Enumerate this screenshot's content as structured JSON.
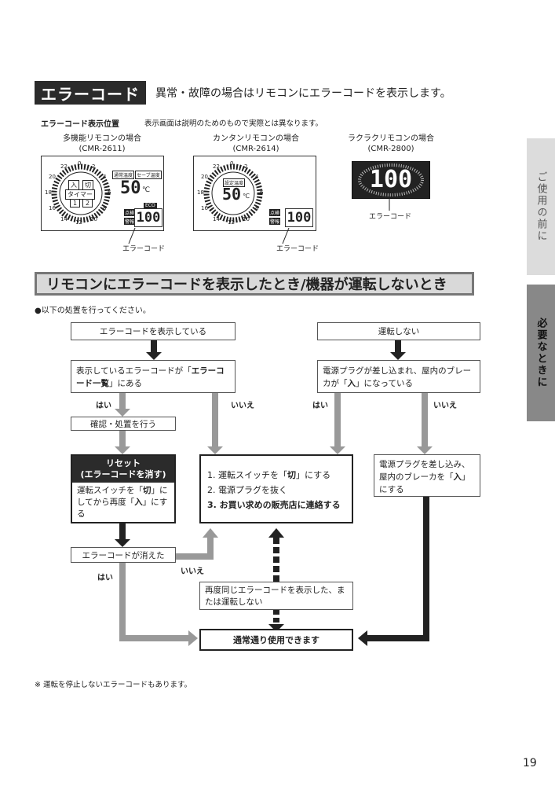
{
  "header": {
    "title": "エラーコード",
    "description": "異常・故障の場合はリモコンにエラーコードを表示します。"
  },
  "position": {
    "label": "エラーコード表示位置",
    "note": "表示画面は説明のためのもので実際とは異なります。"
  },
  "remotes": [
    {
      "name": "多機能リモコンの場合",
      "model": "(CMR-2611)",
      "code": "100",
      "temp": "50",
      "unit": "℃",
      "labels": [
        "通常温度",
        "セーブ温度",
        "入",
        "切",
        "タイマー",
        "1",
        "2",
        "ECO",
        "点検",
        "警報"
      ],
      "ticks": [
        "0",
        "2",
        "4",
        "6",
        "8",
        "10",
        "12",
        "14",
        "16",
        "18",
        "20",
        "22"
      ]
    },
    {
      "name": "カンタンリモコンの場合",
      "model": "(CMR-2614)",
      "code": "100",
      "temp": "50",
      "unit": "℃",
      "labels": [
        "設定温度",
        "点検",
        "警報"
      ],
      "ticks": [
        "0",
        "2",
        "4",
        "6",
        "8",
        "10",
        "12",
        "14",
        "16",
        "18",
        "20",
        "22"
      ]
    },
    {
      "name": "ラクラクリモコンの場合",
      "model": "(CMR-2800)",
      "code": "100"
    }
  ],
  "error_code_label": "エラーコード",
  "section_title": "リモコンにエラーコードを表示したとき/機器が運転しないとき",
  "instruction": "●以下の処置を行ってください。",
  "flow": {
    "start_left": "エラーコードを表示している",
    "start_right": "運転しない",
    "q_left": [
      "表示しているエラーコードが「",
      "エラーコード一覧",
      "」にある"
    ],
    "q_right": [
      "電源プラグが差し込まれ、屋内のブレーカが「",
      "入",
      "」になっている"
    ],
    "yes": "はい",
    "no": "いいえ",
    "confirm": "確認・処置を行う",
    "reset_title": "リセット",
    "reset_sub": "(エラーコードを消す)",
    "reset_body": [
      "運転スイッチを「",
      "切",
      "」にしてから再度「",
      "入",
      "」にする"
    ],
    "action_1": [
      "1. 運転スイッチを「",
      "切",
      "」にする"
    ],
    "action_2": "2. 電源プラグを抜く",
    "action_3": "3. お買い求めの販売店に連絡する",
    "plug_in": [
      "電源プラグを差し込み、屋内のブレーカを「",
      "入",
      "」にする"
    ],
    "cleared": "エラーコードが消えた",
    "repeat": "再度同じエラーコードを表示した、または運転しない",
    "normal": "通常通り使用できます"
  },
  "sidetabs": [
    "ご使用の前に",
    "必要なときに"
  ],
  "footnote": "※ 運転を停止しないエラーコードもあります。",
  "page_number": "19"
}
